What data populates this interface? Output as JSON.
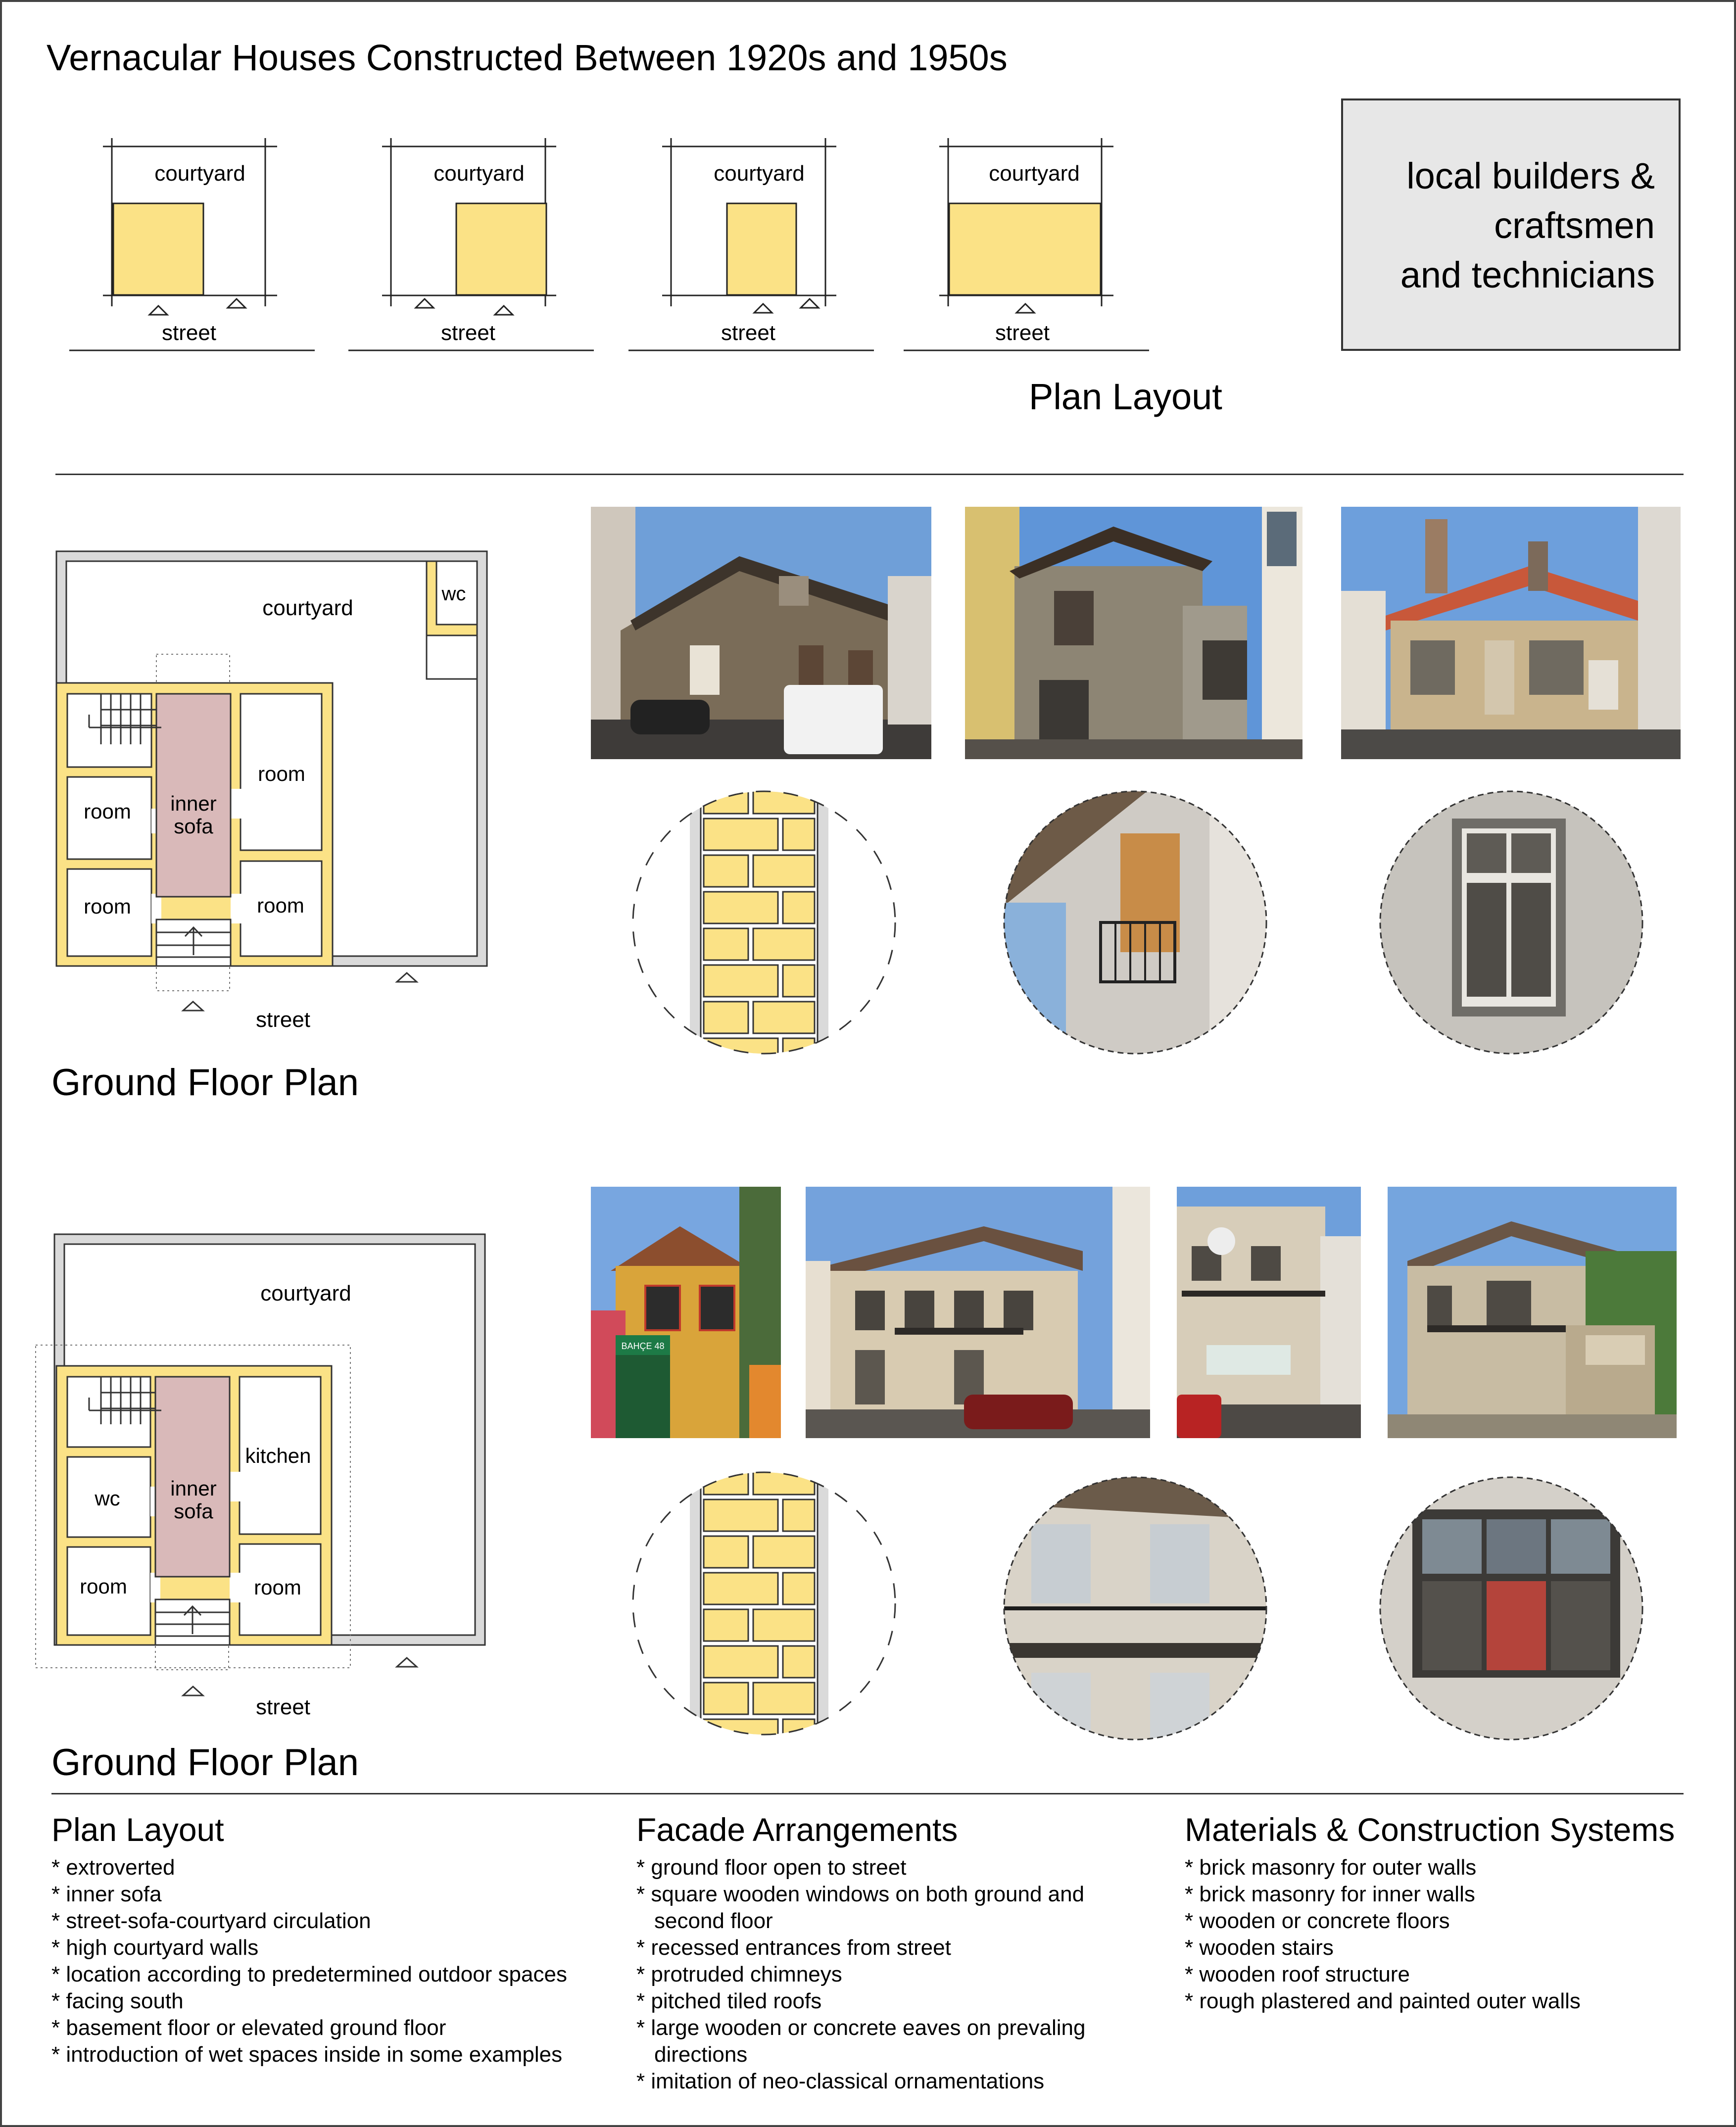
{
  "title": "Vernacular Houses Constructed Between 1920s and 1950s",
  "note": [
    "local builders &",
    "craftsmen",
    "and technicians"
  ],
  "plan_layout_caption": "Plan Layout",
  "plan_schemes": [
    {
      "courtyard": "courtyard",
      "street": "street"
    },
    {
      "courtyard": "courtyard",
      "street": "street"
    },
    {
      "courtyard": "courtyard",
      "street": "street"
    },
    {
      "courtyard": "courtyard",
      "street": "street"
    }
  ],
  "plan1": {
    "courtyard": "courtyard",
    "wc": "wc",
    "room_a": "room",
    "room_b": "room",
    "room_c": "room",
    "room_d": "room",
    "sofa_1": "inner",
    "sofa_2": "sofa",
    "street": "street"
  },
  "plan2": {
    "courtyard": "courtyard",
    "kitchen": "kitchen",
    "wc": "wc",
    "room_c": "room",
    "room_d": "room",
    "sofa_1": "inner",
    "sofa_2": "sofa",
    "street": "street"
  },
  "ground_floor_plan_1": "Ground Floor Plan",
  "ground_floor_plan_2": "Ground Floor Plan",
  "photo_shop_sign": "BAHÇE 48",
  "columns": {
    "plan_layout": {
      "title": "Plan Layout",
      "items": [
        "* extroverted",
        "* inner sofa",
        "* street-sofa-courtyard circulation",
        "* high courtyard walls",
        "* location according to predetermined outdoor spaces",
        "* facing south",
        "* basement floor or elevated ground floor",
        "* introduction of wet spaces inside in some examples"
      ]
    },
    "facade": {
      "title": "Facade Arrangements",
      "items": [
        "* ground floor open to street",
        "* square wooden windows on both ground and",
        "second floor",
        "* recessed entrances from street",
        "* protruded chimneys",
        "* pitched tiled  roofs",
        "* large wooden or concrete eaves on prevaling",
        "directions",
        "* imitation of neo-classical ornamentations"
      ]
    },
    "materials": {
      "title": "Materials & Construction Systems",
      "items": [
        "* brick masonry for outer walls",
        "* brick masonry for inner walls",
        "* wooden or concrete floors",
        "* wooden stairs",
        "* wooden roof structure",
        "* rough plastered and painted outer walls"
      ]
    }
  },
  "colors": {
    "yellow": "#fbe286",
    "pink": "#d9b9b9",
    "wall_grey": "#dadada",
    "box_grey": "#e7e7e7"
  }
}
